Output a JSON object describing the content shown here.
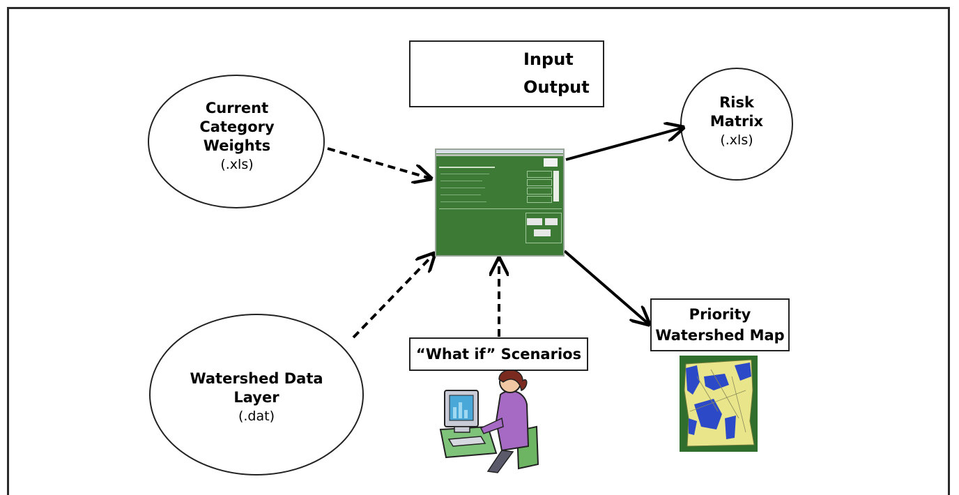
{
  "legend": {
    "input_label": "Input",
    "output_label": "Output"
  },
  "nodes": {
    "weights": {
      "title_lines": [
        "Current",
        "Category",
        "Weights"
      ],
      "ext": "(.xls)"
    },
    "risk": {
      "title_lines": [
        "Risk",
        "Matrix"
      ],
      "ext": "(.xls)"
    },
    "watershed": {
      "title_lines": [
        "Watershed Data",
        "Layer"
      ],
      "ext": "(.dat)"
    },
    "scenarios": {
      "label": "“What if” Scenarios"
    },
    "priority_map": {
      "title_lines": [
        "Priority",
        "Watershed Map"
      ]
    }
  },
  "colors": {
    "app_green": "#3c7a36",
    "map_green": "#2f6e2c",
    "map_yellow": "#e8e58a",
    "map_blue": "#2c49c8"
  },
  "icons": {
    "legend_input": "dashed-arrow-icon",
    "legend_output": "solid-arrow-icon",
    "user": "person-at-computer-icon"
  }
}
